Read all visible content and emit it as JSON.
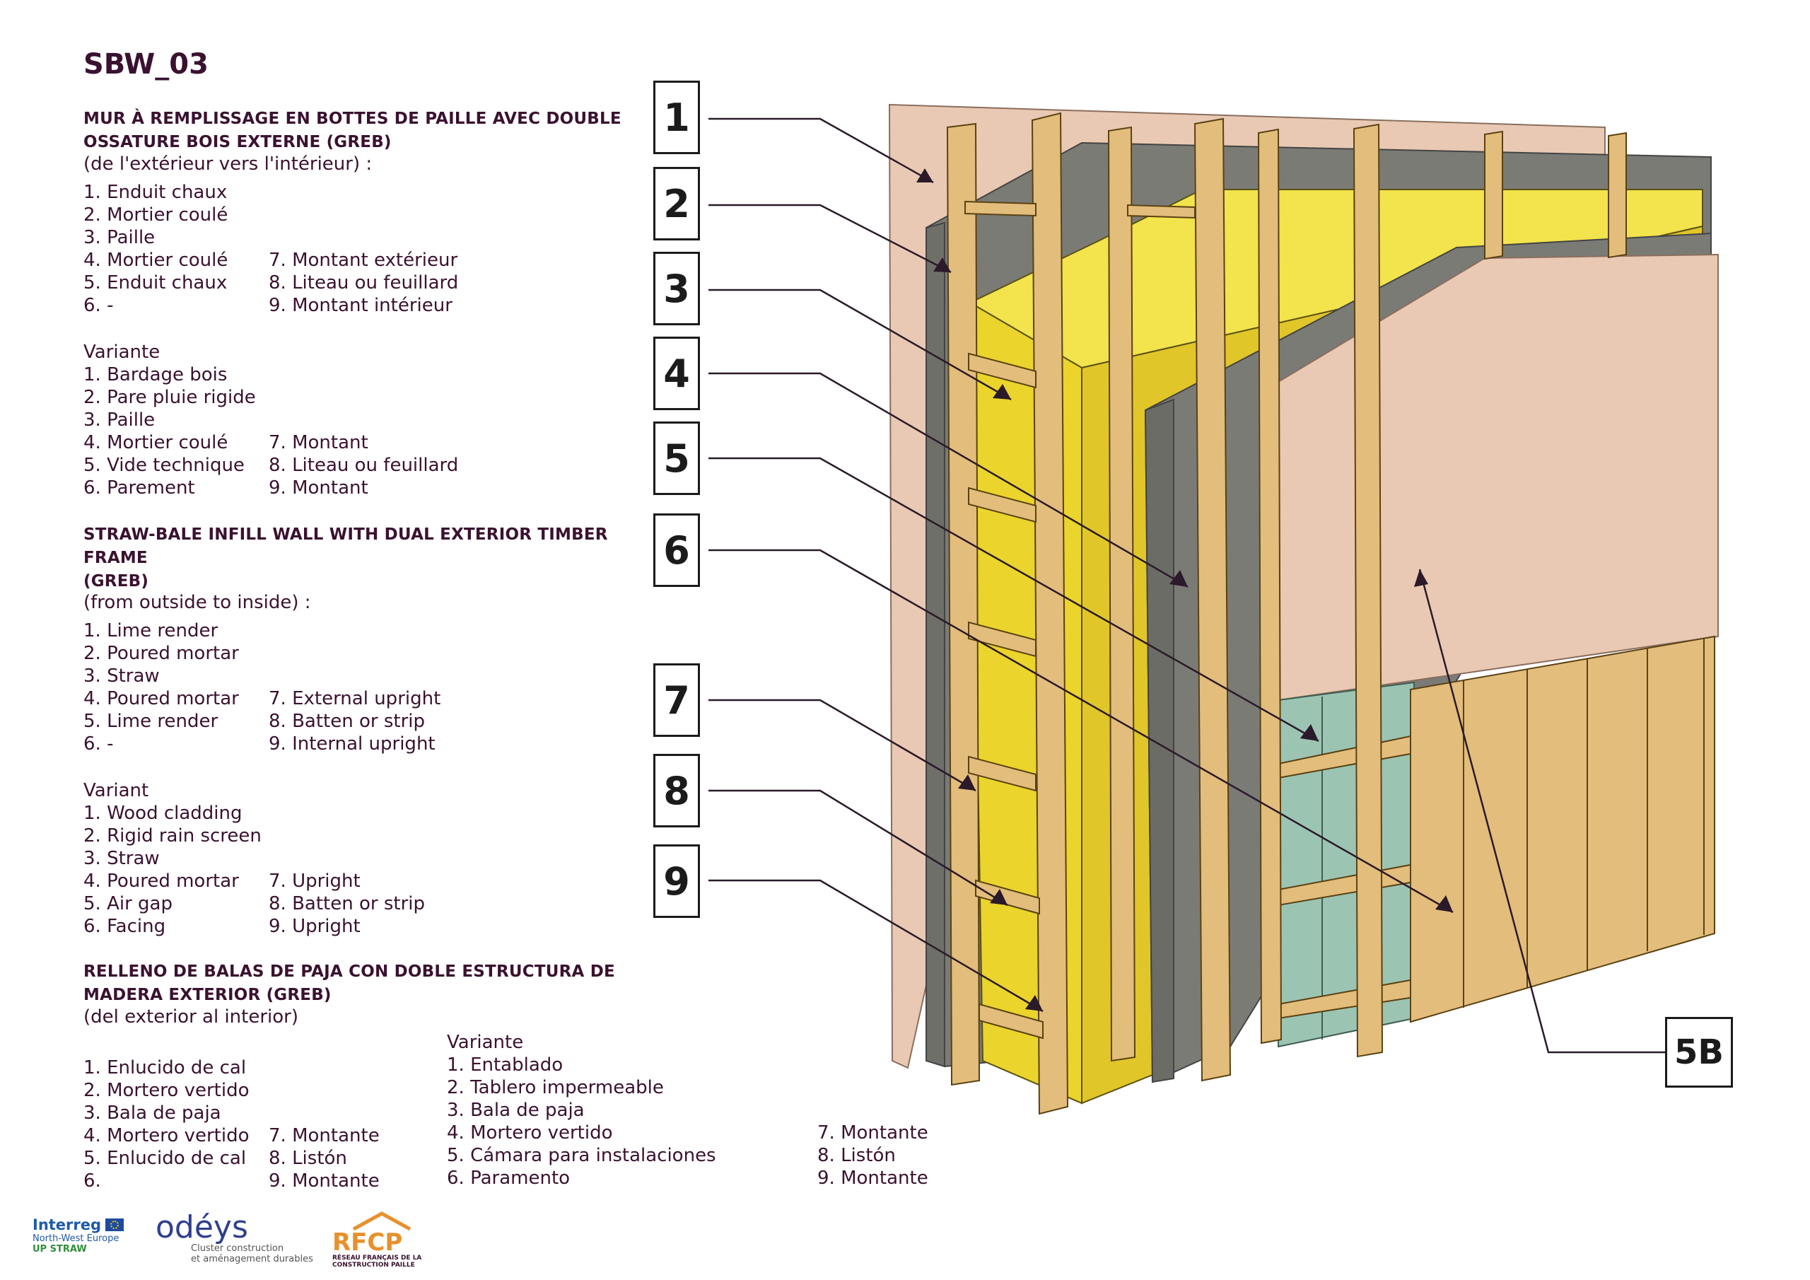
{
  "code": "SBW_03",
  "fr": {
    "title_lines": [
      "MUR À REMPLISSAGE EN BOTTES DE PAILLE AVEC DOUBLE",
      "OSSATURE BOIS EXTERNE (GREB)"
    ],
    "subtitle": "(de l'extérieur vers l'intérieur) :",
    "layers_left": [
      "1. Enduit chaux",
      "2. Mortier coulé",
      "3. Paille",
      "4. Mortier coulé",
      "5. Enduit chaux",
      "6. -"
    ],
    "layers_right": [
      "7. Montant extérieur",
      "8. Liteau ou feuillard",
      "9. Montant intérieur"
    ],
    "variant_title": "Variante",
    "variant_left": [
      "1. Bardage bois",
      "2. Pare pluie rigide",
      "3. Paille",
      "4. Mortier coulé",
      "5. Vide technique",
      "6. Parement"
    ],
    "variant_right": [
      "7. Montant",
      "8. Liteau ou feuillard",
      "9. Montant"
    ]
  },
  "en": {
    "title_lines": [
      "STRAW-BALE INFILL WALL WITH DUAL EXTERIOR TIMBER FRAME",
      "(GREB)"
    ],
    "subtitle": "(from outside to inside) :",
    "layers_left": [
      "1. Lime render",
      "2. Poured mortar",
      "3. Straw",
      "4. Poured mortar",
      "5. Lime render",
      "6. -"
    ],
    "layers_right": [
      "7. External upright",
      "8. Batten or strip",
      "9. Internal upright"
    ],
    "variant_title": "Variant",
    "variant_left": [
      "1. Wood cladding",
      "2. Rigid rain screen",
      "3. Straw",
      "4. Poured mortar",
      "5. Air gap",
      "6. Facing"
    ],
    "variant_right": [
      "7. Upright",
      "8. Batten or strip",
      "9. Upright"
    ]
  },
  "es": {
    "title_lines": [
      "RELLENO DE BALAS DE PAJA CON DOBLE ESTRUCTURA DE",
      "MADERA EXTERIOR (GREB)"
    ],
    "subtitle": "(del exterior al interior)",
    "layers_left": [
      "1. Enlucido de cal",
      "2. Mortero vertido",
      "3. Bala de paja",
      "4. Mortero vertido",
      "5. Enlucido de cal",
      "6."
    ],
    "layers_right": [
      "7. Montante",
      "8. Listón",
      "9. Montante"
    ],
    "variant_title": "Variante",
    "variant_left": [
      "1. Entablado",
      "2. Tablero impermeable",
      "3. Bala de paja",
      "4. Mortero vertido",
      "5. Cámara para instalaciones",
      "6. Paramento"
    ],
    "variant_right": [
      "7. Montante",
      "8. Listón",
      "9. Montante"
    ]
  },
  "callouts": [
    "1",
    "2",
    "3",
    "4",
    "5",
    "6",
    "7",
    "8",
    "9",
    "5B"
  ],
  "logos": {
    "interreg": {
      "name": "Interreg",
      "line2": "North-West Europe",
      "line3": "UP STRAW"
    },
    "odeys": {
      "name": "odéys",
      "line2": "Cluster construction",
      "line3": "et aménagement durables"
    },
    "rfcp": {
      "name": "RFCP",
      "line2": "RÉSEAU FRANÇAIS DE LA",
      "line3": "CONSTRUCTION PAILLE"
    }
  },
  "colors": {
    "text": "#3a1230",
    "render": "#e9c9b3",
    "mortar": "#7b7b76",
    "straw": "#e9d12c",
    "timber": "#e3bd7c",
    "rainscreen": "#9cc4b3"
  }
}
